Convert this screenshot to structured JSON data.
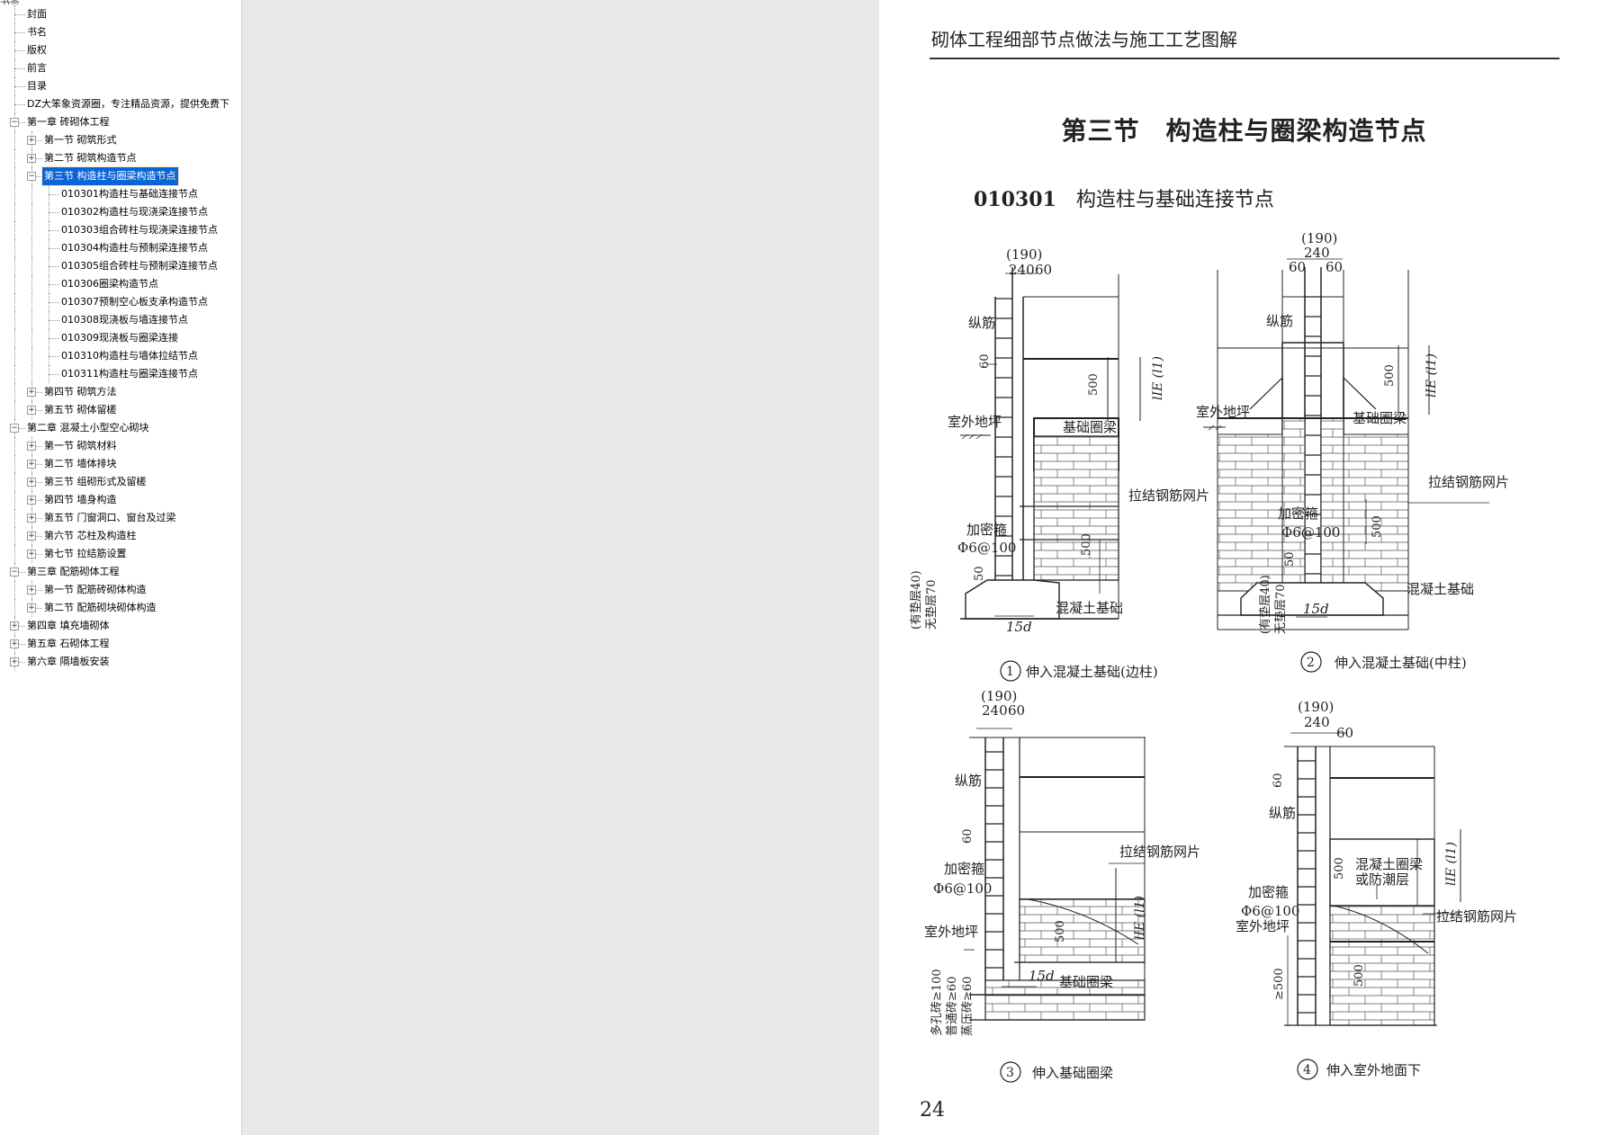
{
  "sidebar": {
    "top_cut_text": "书签",
    "items": [
      {
        "label": "封面",
        "level": 0,
        "box": "",
        "selected": false
      },
      {
        "label": "书名",
        "level": 0,
        "box": "",
        "selected": false
      },
      {
        "label": "版权",
        "level": 0,
        "box": "",
        "selected": false
      },
      {
        "label": "前言",
        "level": 0,
        "box": "",
        "selected": false
      },
      {
        "label": "目录",
        "level": 0,
        "box": "",
        "selected": false
      },
      {
        "label": "DZ大笨象资源圈，专注精品资源，提供免费下",
        "level": 0,
        "box": "",
        "selected": false
      },
      {
        "label": "第一章 砖砌体工程",
        "level": 0,
        "box": "−",
        "selected": false
      },
      {
        "label": "第一节 砌筑形式",
        "level": 1,
        "box": "+",
        "selected": false
      },
      {
        "label": "第二节 砌筑构造节点",
        "level": 1,
        "box": "+",
        "selected": false
      },
      {
        "label": "第三节 构造柱与圈梁构造节点",
        "level": 1,
        "box": "−",
        "selected": true
      },
      {
        "label": "010301构造柱与基础连接节点",
        "level": 2,
        "box": "",
        "selected": false
      },
      {
        "label": "010302构造柱与现浇梁连接节点",
        "level": 2,
        "box": "",
        "selected": false
      },
      {
        "label": "010303组合砖柱与现浇梁连接节点",
        "level": 2,
        "box": "",
        "selected": false
      },
      {
        "label": "010304构造柱与预制梁连接节点",
        "level": 2,
        "box": "",
        "selected": false
      },
      {
        "label": "010305组合砖柱与预制梁连接节点",
        "level": 2,
        "box": "",
        "selected": false
      },
      {
        "label": "010306圈梁构造节点",
        "level": 2,
        "box": "",
        "selected": false
      },
      {
        "label": "010307预制空心板支承构造节点",
        "level": 2,
        "box": "",
        "selected": false
      },
      {
        "label": "010308现浇板与墙连接节点",
        "level": 2,
        "box": "",
        "selected": false
      },
      {
        "label": "010309现浇板与圈梁连接",
        "level": 2,
        "box": "",
        "selected": false
      },
      {
        "label": "010310构造柱与墙体拉结节点",
        "level": 2,
        "box": "",
        "selected": false
      },
      {
        "label": "010311构造柱与圈梁连接节点",
        "level": 2,
        "box": "",
        "selected": false
      },
      {
        "label": "第四节 砌筑方法",
        "level": 1,
        "box": "+",
        "selected": false
      },
      {
        "label": "第五节 砌体留槎",
        "level": 1,
        "box": "+",
        "selected": false
      },
      {
        "label": "第二章 混凝土小型空心砌块",
        "level": 0,
        "box": "−",
        "selected": false
      },
      {
        "label": "第一节 砌筑材料",
        "level": 1,
        "box": "+",
        "selected": false
      },
      {
        "label": "第二节 墙体排块",
        "level": 1,
        "box": "+",
        "selected": false
      },
      {
        "label": "第三节 组砌形式及留槎",
        "level": 1,
        "box": "+",
        "selected": false
      },
      {
        "label": "第四节 墙身构造",
        "level": 1,
        "box": "+",
        "selected": false
      },
      {
        "label": "第五节 门窗洞口、窗台及过梁",
        "level": 1,
        "box": "+",
        "selected": false
      },
      {
        "label": "第六节 芯柱及构造柱",
        "level": 1,
        "box": "+",
        "selected": false
      },
      {
        "label": "第七节 拉结筋设置",
        "level": 1,
        "box": "+",
        "selected": false
      },
      {
        "label": "第三章 配筋砌体工程",
        "level": 0,
        "box": "−",
        "selected": false
      },
      {
        "label": "第一节 配筋砖砌体构造",
        "level": 1,
        "box": "+",
        "selected": false
      },
      {
        "label": "第二节 配筋砌块砌体构造",
        "level": 1,
        "box": "+",
        "selected": false
      },
      {
        "label": "第四章 填充墙砌体",
        "level": 0,
        "box": "+",
        "selected": false
      },
      {
        "label": "第五章 石砌体工程",
        "level": 0,
        "box": "+",
        "selected": false
      },
      {
        "label": "第六章 隔墙板安装",
        "level": 0,
        "box": "+",
        "selected": false
      }
    ]
  },
  "page": {
    "running_head": "砌体工程细部节点做法与施工工艺图解",
    "section_title": "第三节　构造柱与圈梁构造节点",
    "node_code": "010301",
    "node_title": "构造柱与基础连接节点",
    "page_number": "24"
  },
  "figures": {
    "d1": {
      "dims_top": [
        "(190)",
        "240",
        "60"
      ],
      "zongjin": "纵筋",
      "d60": "60",
      "d500a": "500",
      "lie": "lIE (l1)",
      "dipin": "室外地坪",
      "quanliang": "基础圈梁",
      "wangpian": "拉结钢筋网片",
      "jiamigu": "加密箍",
      "phi": "Φ6@100",
      "d500b": "500",
      "d50": "50",
      "dianceng": "(有垫层40)",
      "wudian": "无垫层70",
      "jichu": "混凝土基础",
      "d15": "15d",
      "num": "1",
      "caption": "伸入混凝土基础(边柱)"
    },
    "d2": {
      "dims_top": [
        "(190)",
        "240",
        "60",
        "60"
      ],
      "zongjin": "纵筋",
      "d500a": "500",
      "lie": "lIE (l1)",
      "dipin": "室外地坪",
      "quanliang": "基础圈梁",
      "wangpian": "拉结钢筋网片",
      "jiamigu": "加密箍",
      "phi": "Φ6@100",
      "d500b": "500",
      "d50": "50",
      "dianceng": "(有垫层40)",
      "wudian": "无垫层70",
      "jichu": "混凝土基础",
      "d15": "15d",
      "num": "2",
      "caption": "伸入混凝土基础(中柱)"
    },
    "d3": {
      "dims_top": [
        "(190)",
        "240",
        "60"
      ],
      "zongjin": "纵筋",
      "d60": "60",
      "wangpian": "拉结钢筋网片",
      "jiamigu": "加密箍",
      "phi": "Φ6@100",
      "lie": "lIE (l1)",
      "dipin": "室外地坪",
      "d500": "500",
      "d15": "15d",
      "quanliang": "基础圈梁",
      "brick1": "多孔砖≥100",
      "brick2": "普通砖≥60",
      "brick3": "蒸压砖≥60",
      "num": "3",
      "caption": "伸入基础圈梁"
    },
    "d4": {
      "dims_top": [
        "(190)",
        "240",
        "60"
      ],
      "d60": "60",
      "zongjin": "纵筋",
      "d500a": "500",
      "hnt": "混凝土圈梁",
      "fcc": "或防潮层",
      "lie": "lIE (l1)",
      "jiamigu": "加密箍",
      "phi": "Φ6@100",
      "dipin": "室外地坪",
      "wangpian": "拉结钢筋网片",
      "d500b": "≥500",
      "d500c": "500",
      "num": "4",
      "caption": "伸入室外地面下"
    }
  }
}
